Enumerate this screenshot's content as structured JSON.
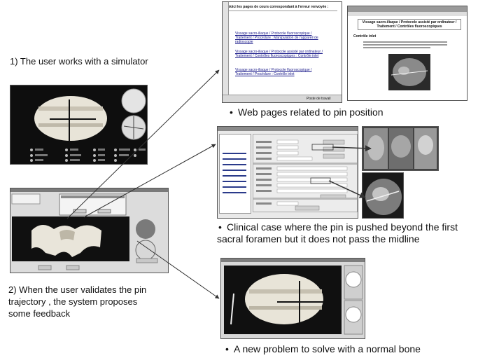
{
  "captions": {
    "step1": "1) The user works with a simulator",
    "step2_line1": "2) When the user validates the pin",
    "step2_line2": "trajectory , the system proposes",
    "step2_line3": "some feedback"
  },
  "bullets": {
    "web_pages": "Web pages related to pin position",
    "clinical_line1": "Clinical case where the pin is pushed beyond the first",
    "clinical_line2": "sacral foramen but it does not pass the midline",
    "new_problem": "A new problem to solve with a normal bone"
  },
  "web_page_left": {
    "heading": "Voici les pages de cours correspondant à l'erreur renvoyée :",
    "links": [
      "Vissage sacro-iliaque / Protocole fluoroscopique / Traitement / Procédure : Manipulation de l'appareil de radioscopie",
      "Vissage sacro-iliaque / Protocole assisté par ordinateur / Traitement / Contrôles fluoroscopiques : Contrôle inlet",
      "Vissage sacro-iliaque / Protocole fluoroscopique / Traitement / Procédure : Contrôle inlet"
    ],
    "status": "Poste de travail"
  },
  "web_page_right": {
    "heading": "Vissage sacro-iliaque / Protocole assisté par ordinateur / Traitement / Contrôles fluoroscopiques",
    "section": "Contrôle inlet"
  },
  "colors": {
    "arrow": "#333333",
    "bone": "#e8e4d8",
    "screen_dark": "#101010"
  }
}
